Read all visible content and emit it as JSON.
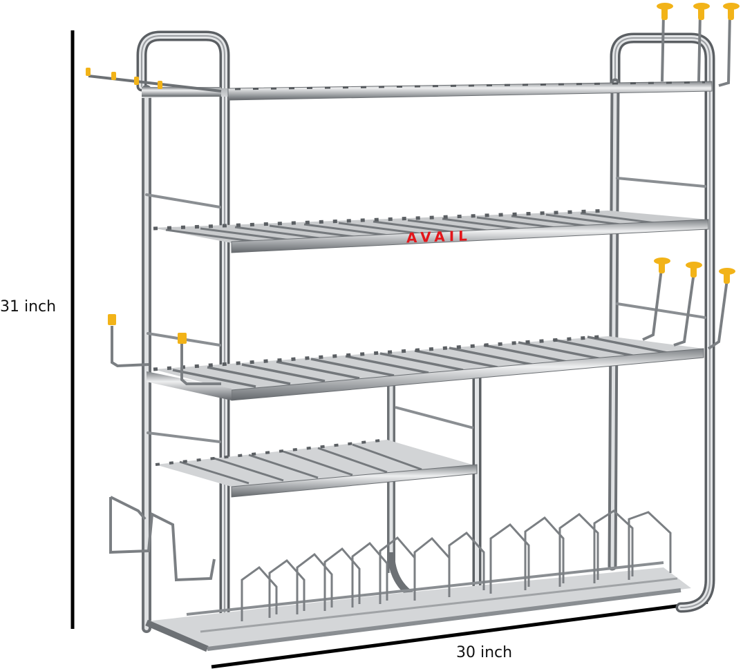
{
  "product": {
    "description": "Stainless steel wall-mounted kitchen utensil rack with dish drainer",
    "brand_mark": "AVAIL",
    "brand_color": "#e3161b",
    "frame_color": "#b9bcbf",
    "hook_cap_color": "#f2b318",
    "shelves": 4,
    "dish_rack": true
  },
  "dimensions": {
    "height_label": "31 inch",
    "width_label": "30 inch",
    "line_color": "#000000"
  }
}
